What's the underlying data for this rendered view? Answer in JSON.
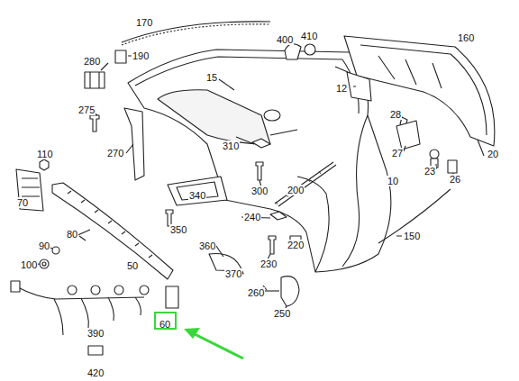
{
  "diagram": {
    "nodes": [
      {
        "text": [
          "60"
        ]
      }
    ],
    "labels": [
      "170",
      "190",
      "280",
      "400",
      "410",
      "160",
      "15",
      "12",
      "275",
      "28",
      "270",
      "310",
      "27",
      "23",
      "110",
      "20",
      "26",
      "300",
      "340",
      "200",
      "10",
      "70",
      "240",
      "350",
      "220",
      "80",
      "150",
      "360",
      "90",
      "50",
      "230",
      "100",
      "370",
      "260",
      "250",
      "390",
      "420"
    ]
  }
}
